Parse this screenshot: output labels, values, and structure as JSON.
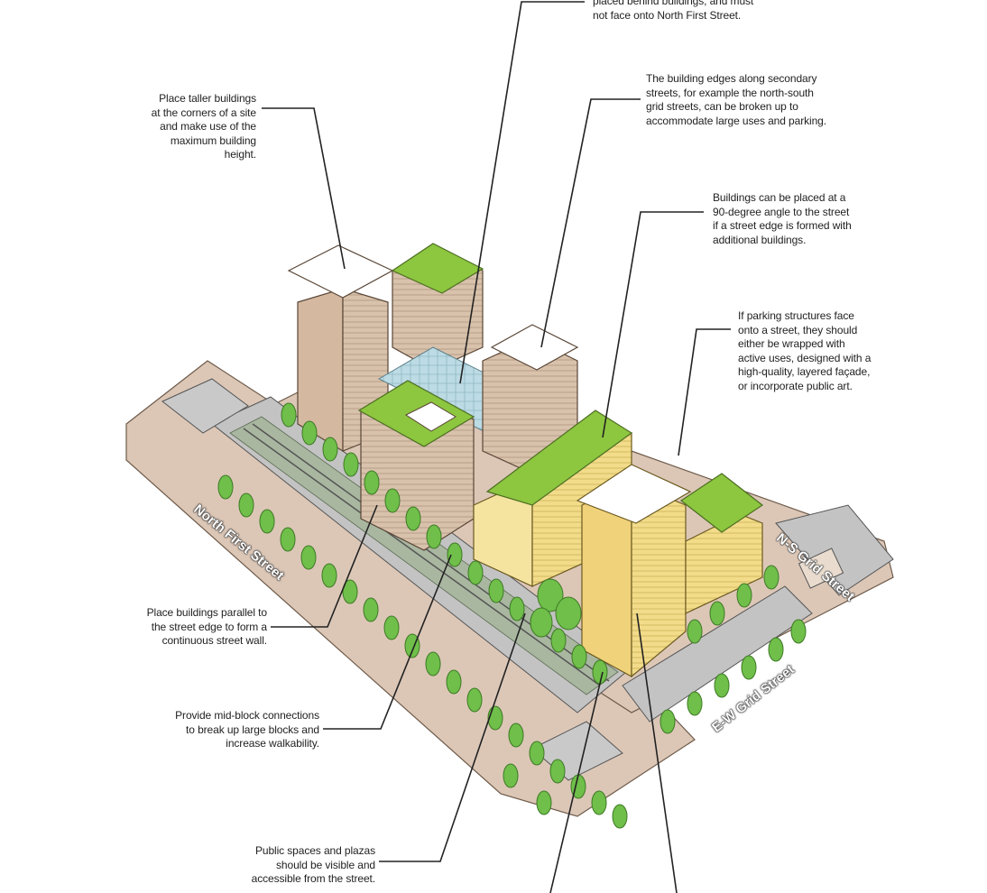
{
  "annotations": {
    "top_center": [
      "placed behind buildings, and must",
      "not face onto North First Street."
    ],
    "taller_buildings": [
      "Place taller buildings",
      "at the corners of a site",
      "and make use of the",
      "maximum building",
      "height."
    ],
    "secondary_streets": [
      "The building edges along secondary",
      "streets, for example the north-south",
      "grid streets, can be broken up to",
      "accommodate large uses and parking."
    ],
    "ninety_degree": [
      "Buildings can be placed at a",
      "90-degree angle to the street",
      "if a street edge is formed with",
      "additional buildings."
    ],
    "parking_structures": [
      "If parking structures face",
      "onto a street, they should",
      "either be wrapped with",
      "active uses, designed with a",
      "high-quality, layered façade,",
      "or incorporate public art."
    ],
    "parallel_buildings": [
      "Place buildings parallel to",
      "the street edge to form a",
      "continuous street wall."
    ],
    "mid_block": [
      "Provide mid-block connections",
      "to break up large blocks and",
      "increase walkability."
    ],
    "public_spaces": [
      "Public spaces and plazas",
      "should be visible and",
      "accessible from the street."
    ]
  },
  "street_labels": {
    "north_first": "North First Street",
    "ns_grid": "N-S Grid Street",
    "ew_grid": "E-W Grid Street"
  },
  "colors": {
    "sidewalk": "#d9c4b4",
    "road": "#b9b9b9",
    "tan_building": "#d8c2ac",
    "yellow_building": "#f2dc8a",
    "green_roof": "#8dc63f",
    "tree": "#6fbf4a",
    "plaza": "#b8d8e0"
  }
}
